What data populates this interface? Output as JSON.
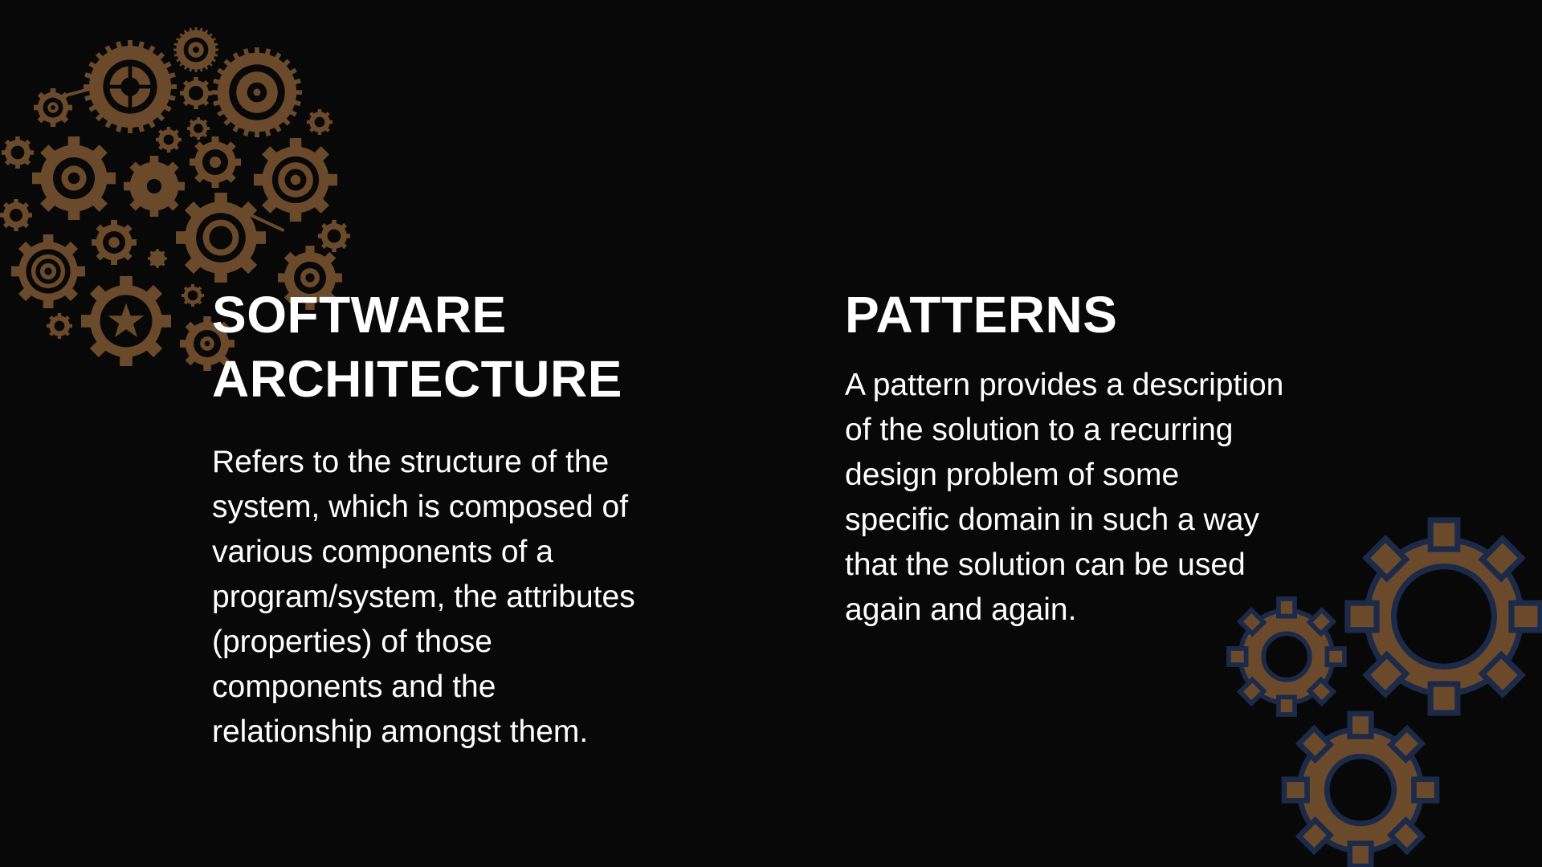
{
  "colors": {
    "background": "#080808",
    "text": "#ffffff",
    "gear_brown": "#6b4a2b",
    "gear_outline": "#1c2a4a"
  },
  "decorations": {
    "top_left": "gear-cluster-icon",
    "bottom_right": "gear-trio-icon"
  },
  "left": {
    "heading_line1": "SOFTWARE",
    "heading_line2": "ARCHITECTURE",
    "body": [
      "Refers to the structure of the",
      "system, which is composed of",
      "various components of a",
      "program/system, the attributes",
      "(properties) of those",
      "components and the",
      "relationship amongst them."
    ]
  },
  "right": {
    "heading": "PATTERNS",
    "body": [
      "A pattern provides a description",
      "of the solution to a recurring",
      "design problem of some",
      "specific domain in such a way",
      "that the solution can be used",
      "again and again."
    ]
  }
}
